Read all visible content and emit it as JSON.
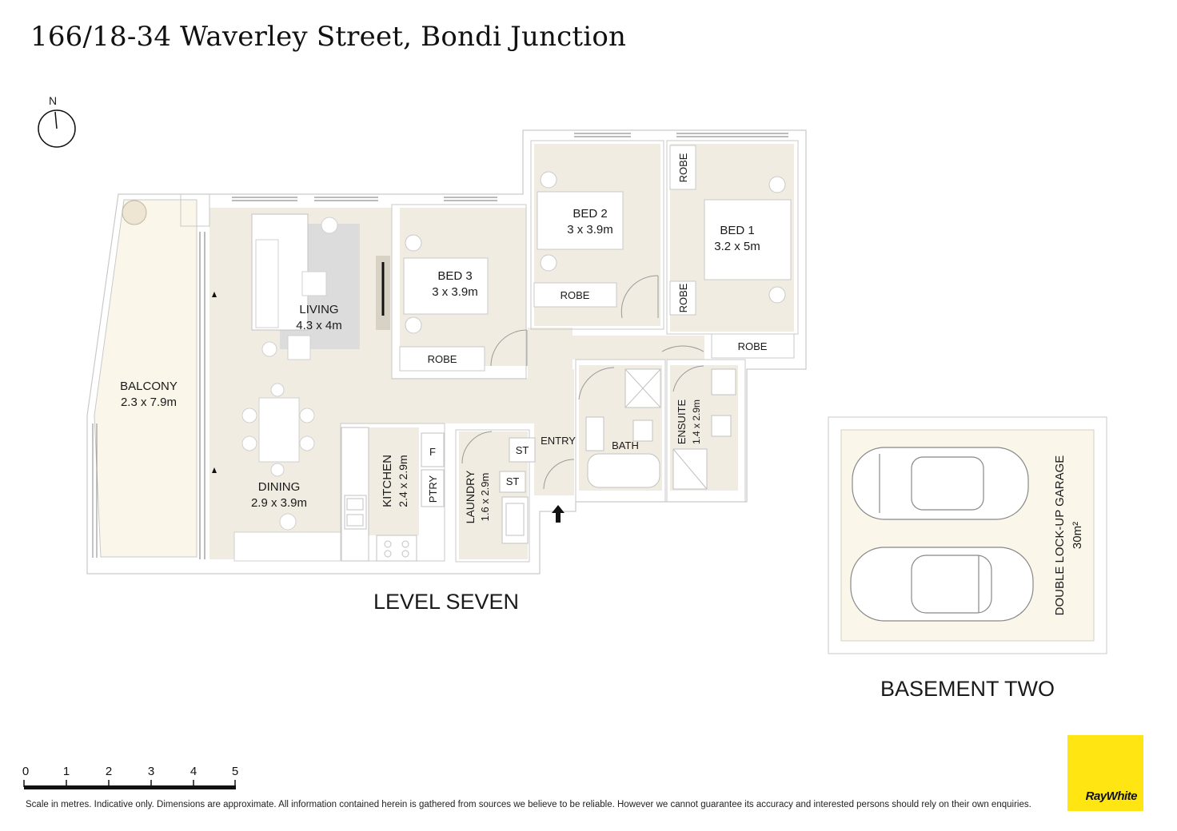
{
  "title": "166/18-34 Waverley Street, Bondi Junction",
  "compass": {
    "label": "N"
  },
  "rooms": {
    "balcony": {
      "name": "BALCONY",
      "size": "2.3 x 7.9m"
    },
    "living": {
      "name": "LIVING",
      "size": "4.3 x 4m"
    },
    "dining": {
      "name": "DINING",
      "size": "2.9 x 3.9m"
    },
    "kitchen": {
      "name": "KITCHEN",
      "size": "2.4 x 2.9m"
    },
    "laundry": {
      "name": "LAUNDRY",
      "size": "1.6 x 2.9m"
    },
    "bed3": {
      "name": "BED 3",
      "size": "3 x 3.9m"
    },
    "bed2": {
      "name": "BED 2",
      "size": "3 x 3.9m"
    },
    "bed1": {
      "name": "BED 1",
      "size": "3.2 x 5m"
    },
    "ensuite": {
      "name": "ENSUITE",
      "size": "1.4 x 2.9m"
    },
    "bath": {
      "name": "BATH"
    },
    "entry": {
      "name": "ENTRY"
    },
    "robe": "ROBE",
    "ptry": "PTRY",
    "st": "ST",
    "fridge": "F"
  },
  "levels": {
    "main": "LEVEL SEVEN",
    "basement": "BASEMENT TWO"
  },
  "garage": {
    "name": "DOUBLE LOCK-UP GARAGE",
    "area": "30m²"
  },
  "scale_bar": {
    "ticks": [
      "0",
      "1",
      "2",
      "3",
      "4",
      "5"
    ]
  },
  "disclaimer": "Scale in metres. Indicative only. Dimensions are approximate. All information contained herein is gathered from sources we believe to be reliable. However we cannot guarantee its accuracy and interested persons should rely on their own enquiries.",
  "brand": {
    "name": "RayWhite",
    "color": "#ffe512"
  },
  "colors": {
    "floor": "#f1ece1",
    "wall": "#ffffff",
    "outline": "#c9c9c9",
    "balcony": "#fbf6ea",
    "rug": "#dcdcdc"
  }
}
